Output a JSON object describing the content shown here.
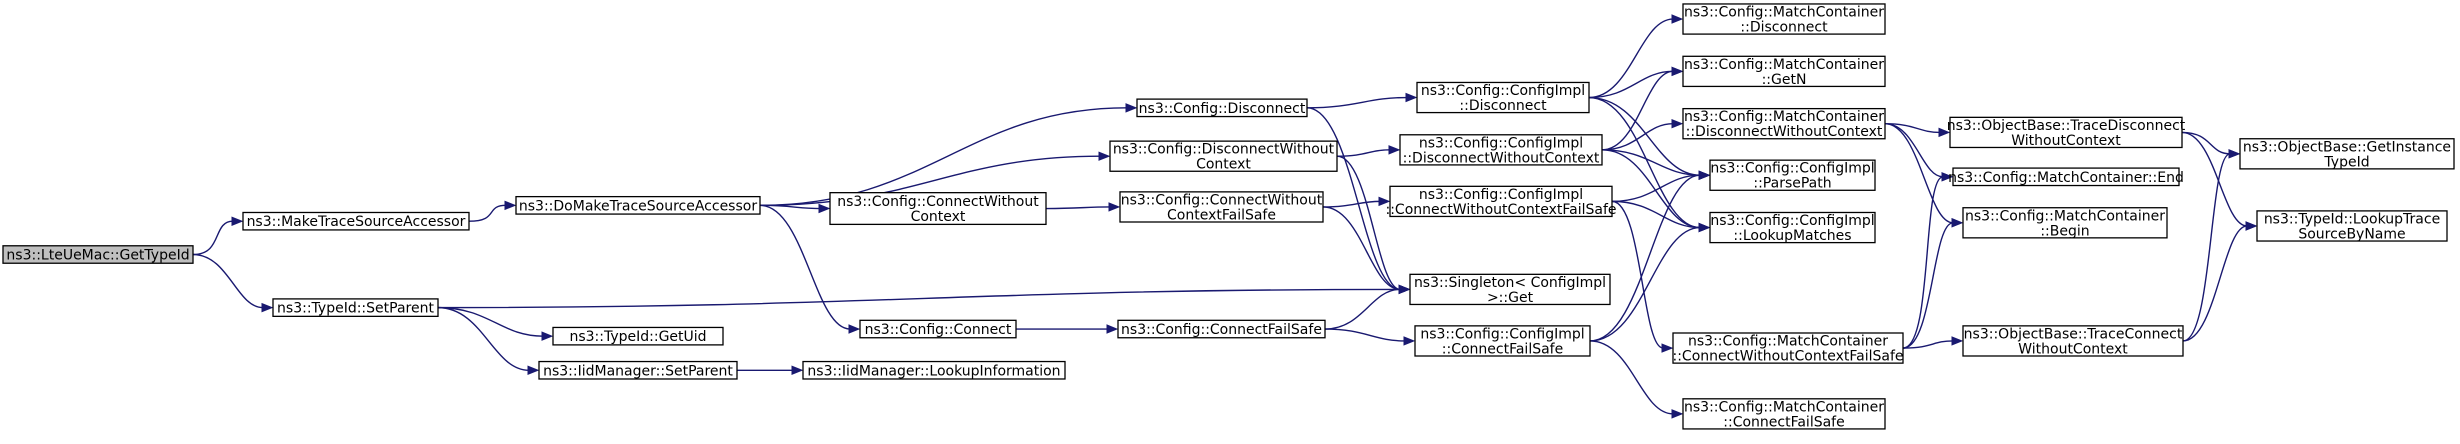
{
  "diagram": {
    "type": "call-graph",
    "colors": {
      "edge": "#191970",
      "root_fill": "#bfbfbf",
      "node_fill": "#ffffff",
      "border": "#000000"
    },
    "nodes": [
      {
        "id": "lteuemac-gettypeid",
        "lines": [
          "ns3::LteUeMac::GetTypeId"
        ],
        "root": true
      },
      {
        "id": "maketracesourceaccessor",
        "lines": [
          "ns3::MakeTraceSourceAccessor"
        ]
      },
      {
        "id": "typeid-setparent",
        "lines": [
          "ns3::TypeId::SetParent"
        ]
      },
      {
        "id": "domaketracesourceaccessor",
        "lines": [
          "ns3::DoMakeTraceSourceAccessor"
        ]
      },
      {
        "id": "typeid-getuid",
        "lines": [
          "ns3::TypeId::GetUid"
        ]
      },
      {
        "id": "iidmanager-setparent",
        "lines": [
          "ns3::IidManager::SetParent"
        ]
      },
      {
        "id": "iidmanager-lookupinformation",
        "lines": [
          "ns3::IidManager::LookupInformation"
        ]
      },
      {
        "id": "config-disconnect",
        "lines": [
          "ns3::Config::Disconnect"
        ]
      },
      {
        "id": "config-disconnectwithoutcontext",
        "lines": [
          "ns3::Config::DisconnectWithout",
          "Context"
        ]
      },
      {
        "id": "config-connectwithoutcontext",
        "lines": [
          "ns3::Config::ConnectWithout",
          "Context"
        ]
      },
      {
        "id": "config-connect",
        "lines": [
          "ns3::Config::Connect"
        ]
      },
      {
        "id": "config-connectwithoutcontextfailsafe",
        "lines": [
          "ns3::Config::ConnectWithout",
          "ContextFailSafe"
        ]
      },
      {
        "id": "config-connectfailsafe",
        "lines": [
          "ns3::Config::ConnectFailSafe"
        ]
      },
      {
        "id": "configimpl-disconnect",
        "lines": [
          "ns3::Config::ConfigImpl",
          "::Disconnect"
        ]
      },
      {
        "id": "configimpl-disconnectwithoutcontext",
        "lines": [
          "ns3::Config::ConfigImpl",
          "::DisconnectWithoutContext"
        ]
      },
      {
        "id": "configimpl-connectwithoutcontextfailsafe",
        "lines": [
          "ns3::Config::ConfigImpl",
          "::ConnectWithoutContextFailSafe"
        ]
      },
      {
        "id": "singleton-get",
        "lines": [
          "ns3::Singleton< ConfigImpl",
          ">::Get"
        ]
      },
      {
        "id": "configimpl-connectfailsafe",
        "lines": [
          "ns3::Config::ConfigImpl",
          "::ConnectFailSafe"
        ]
      },
      {
        "id": "matchcontainer-disconnect",
        "lines": [
          "ns3::Config::MatchContainer",
          "::Disconnect"
        ]
      },
      {
        "id": "matchcontainer-getn",
        "lines": [
          "ns3::Config::MatchContainer",
          "::GetN"
        ]
      },
      {
        "id": "matchcontainer-disconnectwithoutcontext",
        "lines": [
          "ns3::Config::MatchContainer",
          "::DisconnectWithoutContext"
        ]
      },
      {
        "id": "configimpl-parsepath",
        "lines": [
          "ns3::Config::ConfigImpl",
          "::ParsePath"
        ]
      },
      {
        "id": "configimpl-lookupmatches",
        "lines": [
          "ns3::Config::ConfigImpl",
          "::LookupMatches"
        ]
      },
      {
        "id": "matchcontainer-connectwithoutcontextfailsafe",
        "lines": [
          "ns3::Config::MatchContainer",
          "::ConnectWithoutContextFailSafe"
        ]
      },
      {
        "id": "matchcontainer-connectfailsafe",
        "lines": [
          "ns3::Config::MatchContainer",
          "::ConnectFailSafe"
        ]
      },
      {
        "id": "objectbase-tracedisconnectwithoutcontext",
        "lines": [
          "ns3::ObjectBase::TraceDisconnect",
          "WithoutContext"
        ]
      },
      {
        "id": "matchcontainer-end",
        "lines": [
          "ns3::Config::MatchContainer::End"
        ]
      },
      {
        "id": "matchcontainer-begin",
        "lines": [
          "ns3::Config::MatchContainer",
          "::Begin"
        ]
      },
      {
        "id": "objectbase-traceconnectwithoutcontext",
        "lines": [
          "ns3::ObjectBase::TraceConnect",
          "WithoutContext"
        ]
      },
      {
        "id": "objectbase-getinstancetypeid",
        "lines": [
          "ns3::ObjectBase::GetInstance",
          "TypeId"
        ]
      },
      {
        "id": "typeid-lookuptracesourcebyname",
        "lines": [
          "ns3::TypeId::LookupTrace",
          "SourceByName"
        ]
      }
    ],
    "edges": [
      [
        "lteuemac-gettypeid",
        "maketracesourceaccessor"
      ],
      [
        "lteuemac-gettypeid",
        "typeid-setparent"
      ],
      [
        "maketracesourceaccessor",
        "domaketracesourceaccessor"
      ],
      [
        "typeid-setparent",
        "singleton-get"
      ],
      [
        "typeid-setparent",
        "typeid-getuid"
      ],
      [
        "typeid-setparent",
        "iidmanager-setparent"
      ],
      [
        "iidmanager-setparent",
        "iidmanager-lookupinformation"
      ],
      [
        "domaketracesourceaccessor",
        "config-disconnect"
      ],
      [
        "domaketracesourceaccessor",
        "config-disconnectwithoutcontext"
      ],
      [
        "domaketracesourceaccessor",
        "config-connectwithoutcontext"
      ],
      [
        "domaketracesourceaccessor",
        "config-connect"
      ],
      [
        "config-disconnect",
        "configimpl-disconnect"
      ],
      [
        "config-disconnect",
        "singleton-get"
      ],
      [
        "config-disconnectwithoutcontext",
        "configimpl-disconnectwithoutcontext"
      ],
      [
        "config-disconnectwithoutcontext",
        "singleton-get"
      ],
      [
        "config-connectwithoutcontext",
        "config-connectwithoutcontextfailsafe"
      ],
      [
        "config-connect",
        "config-connectfailsafe"
      ],
      [
        "config-connectwithoutcontextfailsafe",
        "configimpl-connectwithoutcontextfailsafe"
      ],
      [
        "config-connectwithoutcontextfailsafe",
        "singleton-get"
      ],
      [
        "config-connectfailsafe",
        "singleton-get"
      ],
      [
        "config-connectfailsafe",
        "configimpl-connectfailsafe"
      ],
      [
        "configimpl-disconnect",
        "matchcontainer-disconnect"
      ],
      [
        "configimpl-disconnect",
        "matchcontainer-getn"
      ],
      [
        "configimpl-disconnect",
        "configimpl-parsepath"
      ],
      [
        "configimpl-disconnect",
        "configimpl-lookupmatches"
      ],
      [
        "configimpl-disconnectwithoutcontext",
        "matchcontainer-getn"
      ],
      [
        "configimpl-disconnectwithoutcontext",
        "matchcontainer-disconnectwithoutcontext"
      ],
      [
        "configimpl-disconnectwithoutcontext",
        "configimpl-parsepath"
      ],
      [
        "configimpl-disconnectwithoutcontext",
        "configimpl-lookupmatches"
      ],
      [
        "configimpl-connectwithoutcontextfailsafe",
        "configimpl-parsepath"
      ],
      [
        "configimpl-connectwithoutcontextfailsafe",
        "configimpl-lookupmatches"
      ],
      [
        "configimpl-connectwithoutcontextfailsafe",
        "matchcontainer-connectwithoutcontextfailsafe"
      ],
      [
        "configimpl-connectfailsafe",
        "configimpl-parsepath"
      ],
      [
        "configimpl-connectfailsafe",
        "configimpl-lookupmatches"
      ],
      [
        "configimpl-connectfailsafe",
        "matchcontainer-connectfailsafe"
      ],
      [
        "matchcontainer-disconnectwithoutcontext",
        "objectbase-tracedisconnectwithoutcontext"
      ],
      [
        "matchcontainer-disconnectwithoutcontext",
        "matchcontainer-end"
      ],
      [
        "matchcontainer-disconnectwithoutcontext",
        "matchcontainer-begin"
      ],
      [
        "matchcontainer-connectwithoutcontextfailsafe",
        "matchcontainer-end"
      ],
      [
        "matchcontainer-connectwithoutcontextfailsafe",
        "matchcontainer-begin"
      ],
      [
        "matchcontainer-connectwithoutcontextfailsafe",
        "objectbase-traceconnectwithoutcontext"
      ],
      [
        "objectbase-tracedisconnectwithoutcontext",
        "objectbase-getinstancetypeid"
      ],
      [
        "objectbase-tracedisconnectwithoutcontext",
        "typeid-lookuptracesourcebyname"
      ],
      [
        "objectbase-traceconnectwithoutcontext",
        "objectbase-getinstancetypeid"
      ],
      [
        "objectbase-traceconnectwithoutcontext",
        "typeid-lookuptracesourcebyname"
      ]
    ]
  }
}
